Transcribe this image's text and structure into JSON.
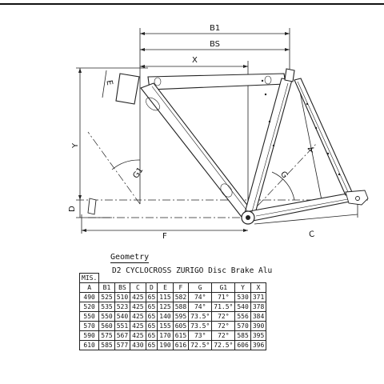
{
  "dimensions": {
    "b1": "B1",
    "bs": "BS",
    "x": "X",
    "e": "E",
    "y": "Y",
    "g1": "G1",
    "g": "G",
    "a": "A",
    "d": "D",
    "f": "F",
    "c": "C"
  },
  "geometry_title": "Geometry",
  "model_name": "D2 CYCLOCROSS ZURIGO Disc Brake Alu",
  "table": {
    "mis_label": "MIS.",
    "headers": [
      "A",
      "B1",
      "BS",
      "C",
      "D",
      "E",
      "F",
      "G",
      "G1",
      "Y",
      "X"
    ],
    "rows": [
      [
        "490",
        "525",
        "510",
        "425",
        "65",
        "115",
        "582",
        "74°",
        "71°",
        "530",
        "371"
      ],
      [
        "520",
        "535",
        "523",
        "425",
        "65",
        "125",
        "588",
        "74°",
        "71.5°",
        "540",
        "378"
      ],
      [
        "550",
        "550",
        "540",
        "425",
        "65",
        "140",
        "595",
        "73.5°",
        "72°",
        "556",
        "384"
      ],
      [
        "570",
        "560",
        "551",
        "425",
        "65",
        "155",
        "605",
        "73.5°",
        "72°",
        "570",
        "390"
      ],
      [
        "590",
        "575",
        "567",
        "425",
        "65",
        "170",
        "615",
        "73°",
        "72°",
        "585",
        "395"
      ],
      [
        "610",
        "585",
        "577",
        "430",
        "65",
        "190",
        "616",
        "72.5°",
        "72.5°",
        "606",
        "396"
      ]
    ]
  }
}
